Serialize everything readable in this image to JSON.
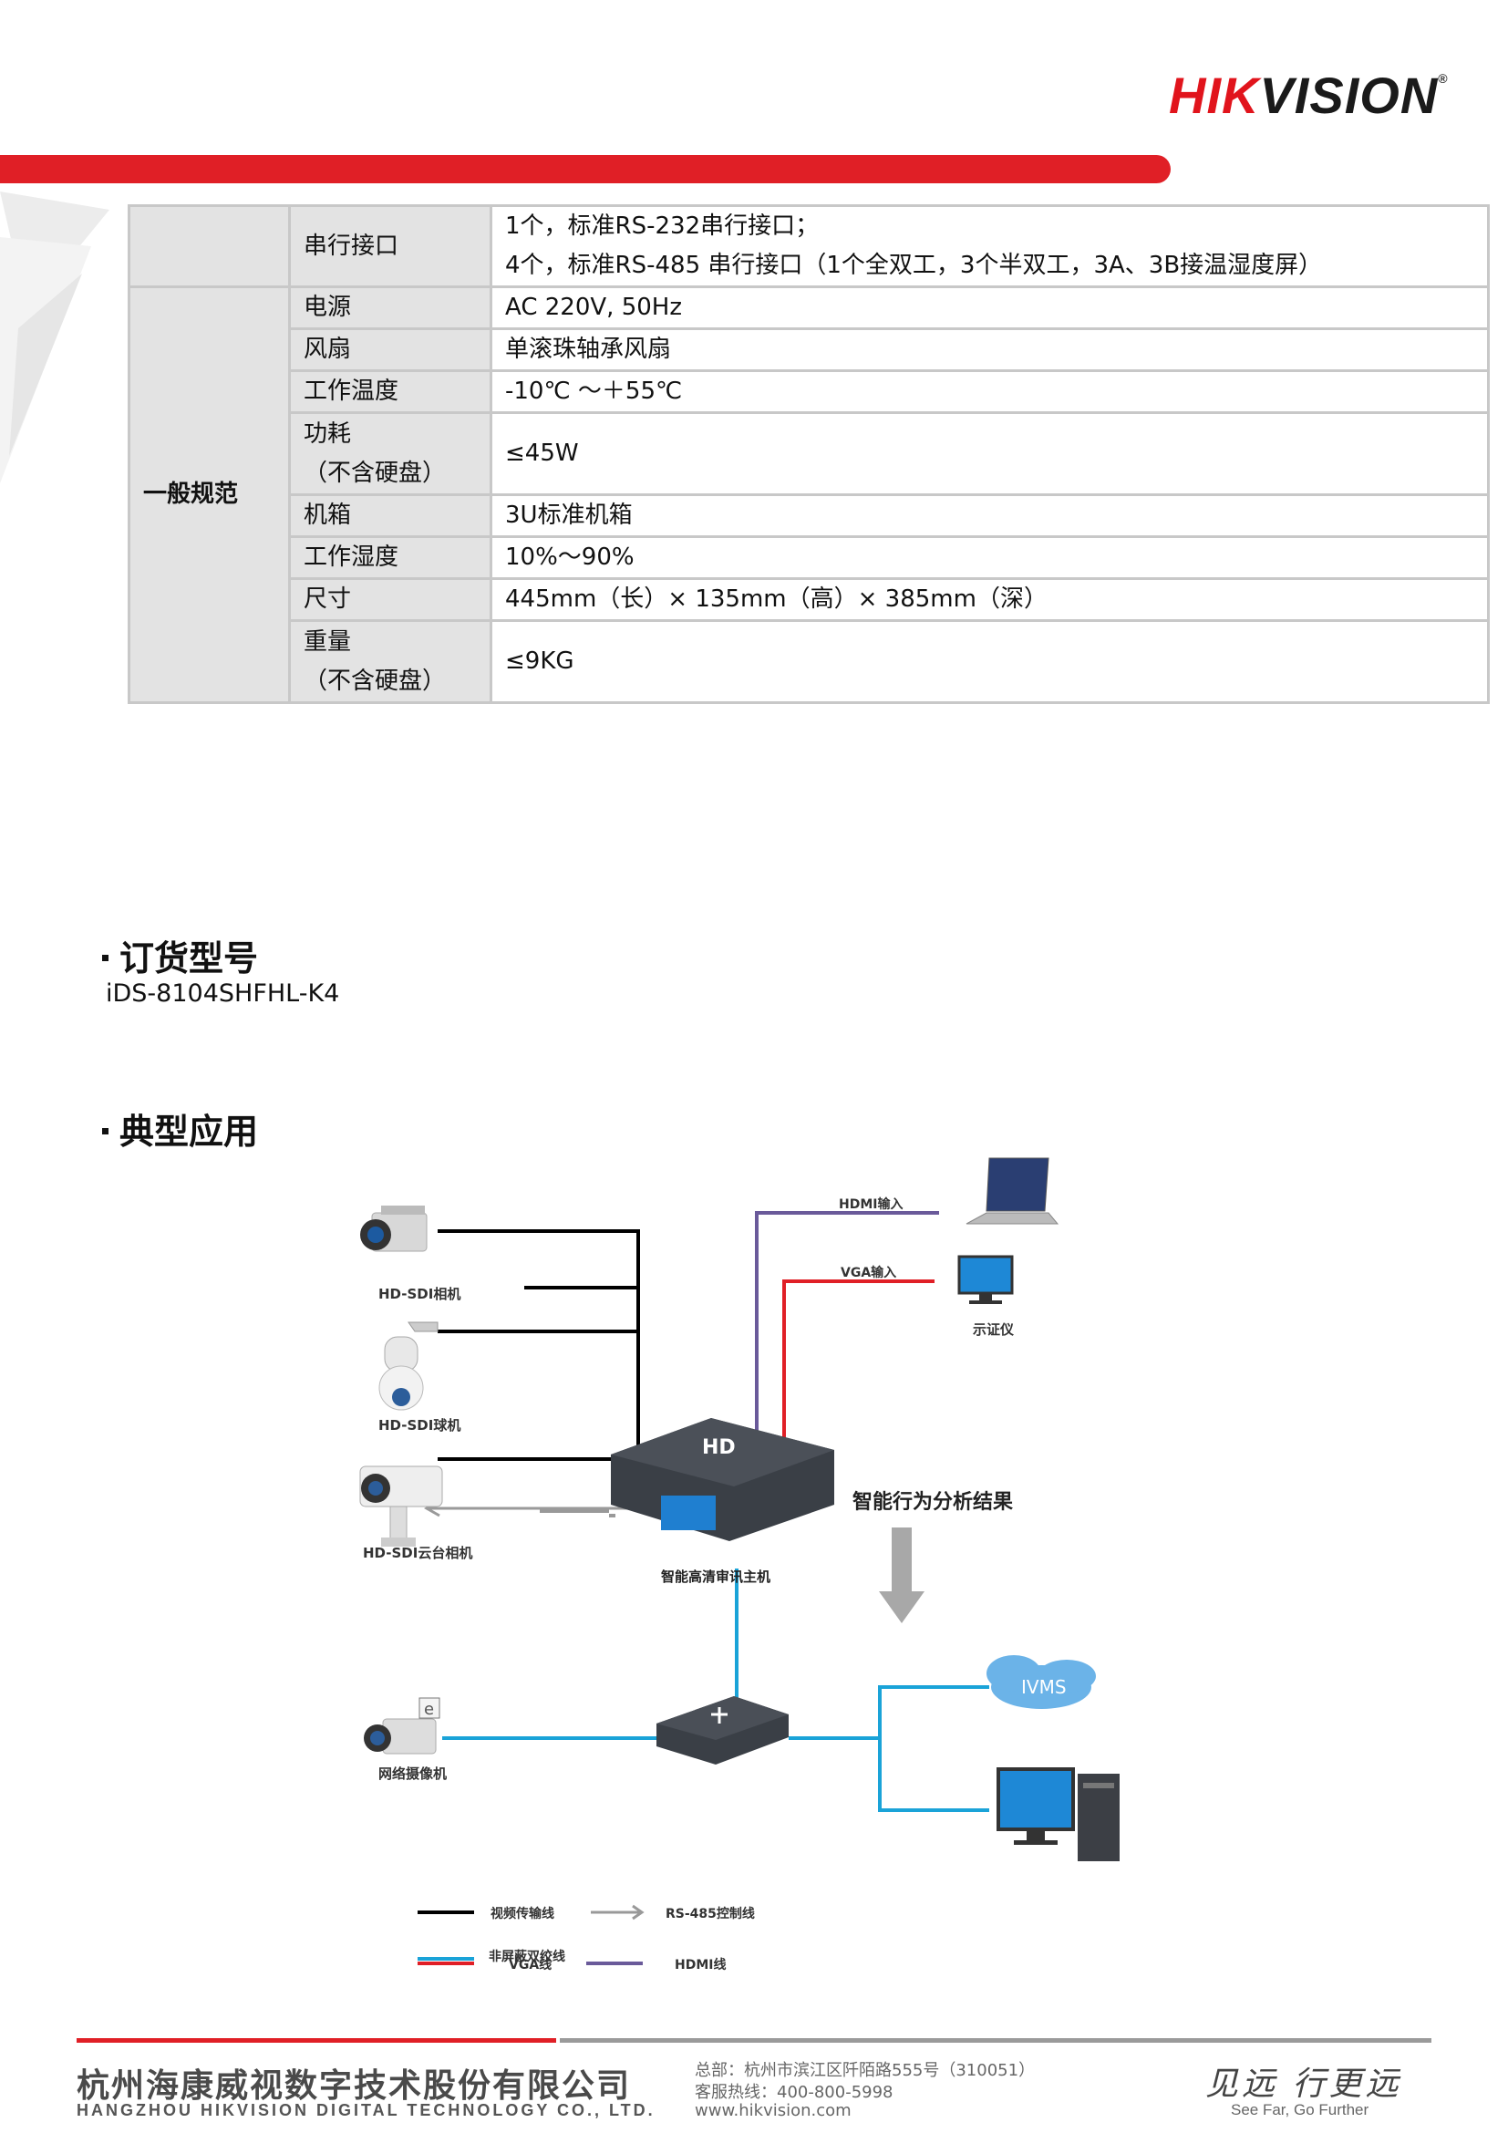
{
  "header": {
    "logo_part1": "HIK",
    "logo_part2": "VISION",
    "logo_mark": "®"
  },
  "spec_table": {
    "rows": [
      {
        "label": "串行接口",
        "value_lines": [
          "1个，标准RS-232串行接口；",
          "4个，标准RS-485  串行接口（1个全双工，3个半双工，3A、3B接温湿度屏）"
        ]
      },
      {
        "label": "电源",
        "value_lines": [
          "AC 220V, 50Hz"
        ]
      },
      {
        "label": "风扇",
        "value_lines": [
          "单滚珠轴承风扇"
        ]
      },
      {
        "label": "工作温度",
        "value_lines": [
          "-10℃  ～＋55℃"
        ]
      },
      {
        "label_lines": [
          "功耗",
          "（不含硬盘）"
        ],
        "value_lines": [
          "≤45W"
        ]
      },
      {
        "label": "机箱",
        "value_lines": [
          "3U标准机箱"
        ]
      },
      {
        "label": "工作湿度",
        "value_lines": [
          "10%～90%"
        ]
      },
      {
        "label": "尺寸",
        "value_lines": [
          "445mm（长）× 135mm（高）× 385mm（深）"
        ]
      },
      {
        "label_lines": [
          "重量",
          "（不含硬盘）"
        ],
        "value_lines": [
          "≤9KG"
        ]
      }
    ],
    "category": "一般规范"
  },
  "order_section": {
    "title": "订货型号",
    "model": "iDS-8104SHFHL-K4"
  },
  "app_section": {
    "title": "典型应用"
  },
  "diagram": {
    "labels": {
      "hdsdi_camera": "HD-SDI相机",
      "hdsdi_dome": "HD-SDI球机",
      "hdsdi_ptz": "HD-SDI云台相机",
      "host": "智能高清审讯主机",
      "hd_badge": "HD",
      "hdmi_in": "HDMI输入",
      "vga_in": "VGA输入",
      "monitor": "示证仪",
      "analysis": "智能行为分析结果",
      "ivms": "IVMS",
      "ip_camera": "网络摄像机"
    },
    "legend": [
      {
        "label": "视频传输线",
        "color": "#000000",
        "arrow": false
      },
      {
        "label": "RS-485控制线",
        "color": "#999999",
        "arrow": true
      },
      {
        "label": "VGA线",
        "color": "#e01f26",
        "arrow": false
      },
      {
        "label": "HDMI线",
        "color": "#6a5a9a",
        "arrow": false
      },
      {
        "label": "非屏蔽双绞线",
        "color": "#1aa3d8",
        "arrow": false
      }
    ]
  },
  "footer": {
    "company_cn": "杭州海康威视数字技术股份有限公司",
    "company_en": "HANGZHOU HIKVISION DIGITAL TECHNOLOGY CO., LTD.",
    "address": "总部：杭州市滨江区阡陌路555号（310051）",
    "hotline": "客服热线：400-800-5998",
    "website": "www.hikvision.com",
    "slogan_cn": "见远 行更远",
    "slogan_en": "See Far, Go Further"
  }
}
